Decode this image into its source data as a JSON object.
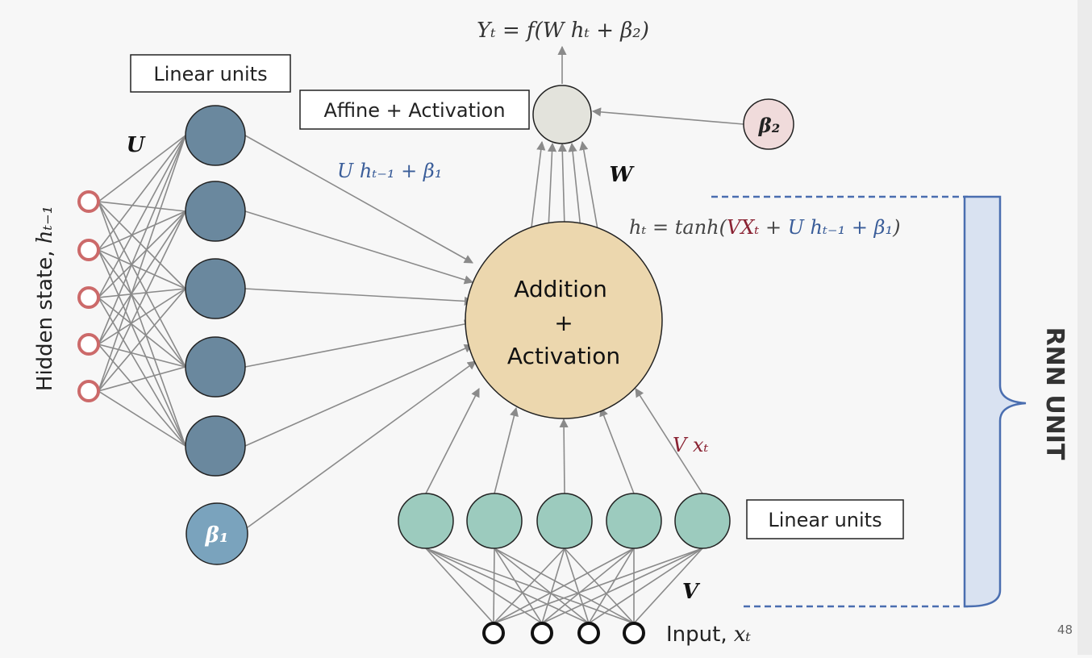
{
  "labels": {
    "linear_units_top": "Linear units",
    "linear_units_bottom": "Linear units",
    "affine_activation": "Affine + Activation",
    "addition_line1": "Addition",
    "addition_line2": "+",
    "addition_line3": "Activation",
    "hidden_state": "Hidden state, ",
    "input": "Input, ",
    "rnn_unit": "RNN UNIT",
    "page_number": "48"
  },
  "math": {
    "output_eq": "Yₜ = f(W hₜ + β₂)",
    "u_label": "U",
    "w_label": "W",
    "v_label": "V",
    "u_term": "U hₜ₋₁ + β₁",
    "v_term": "V xₜ",
    "h_eq_prefix": "hₜ = tanh(",
    "h_eq_vx": "VXₜ",
    "h_eq_plus": " + ",
    "h_eq_u": "U hₜ₋₁ + β₁",
    "h_eq_suffix": ")",
    "hidden_var": "hₜ₋₁",
    "input_var": "xₜ",
    "beta1": "β₁",
    "beta2": "β₂"
  },
  "colors": {
    "hidden_node_stroke": "#cc6a6a",
    "input_node_stroke": "#111111",
    "linear_top_fill": "#6a889e",
    "linear_bottom_fill": "#9ccbbe",
    "beta1_fill": "#7aa3bd",
    "beta2_fill": "#f0dbdb",
    "affine_fill": "#e3e3dc",
    "addition_fill": "#ecd7ae",
    "edge": "#8a8a8a",
    "blue_text": "#3a5d99",
    "red_text": "#8a2333",
    "dashed_line": "#4a6eb0",
    "brace_fill": "#d9e2f1",
    "brace_stroke": "#4a6eb0"
  }
}
